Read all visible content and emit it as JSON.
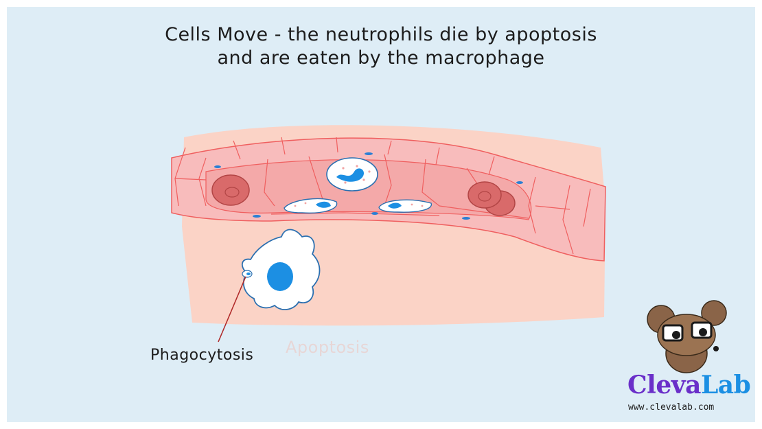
{
  "title": {
    "line1": "Cells Move - the neutrophils die by apoptosis",
    "line2": "and are eaten by the macrophage"
  },
  "labels": {
    "phagocytosis": "Phagocytosis",
    "faded": "Apoptosis"
  },
  "brand": {
    "name_part1": "Cleva",
    "name_part2": "Lab",
    "website": "www.clevalab.com"
  },
  "colors": {
    "background": "#deedf6",
    "tissue": "#fbd3c6",
    "vessel": "#f8bcbc",
    "vessel_line": "#ef5f5f",
    "red_blood_cell": "#d96a6a",
    "nucleus_blue": "#1c8fe3",
    "brand_purple": "#6a2fc9",
    "brand_blue": "#1b8fe3"
  }
}
